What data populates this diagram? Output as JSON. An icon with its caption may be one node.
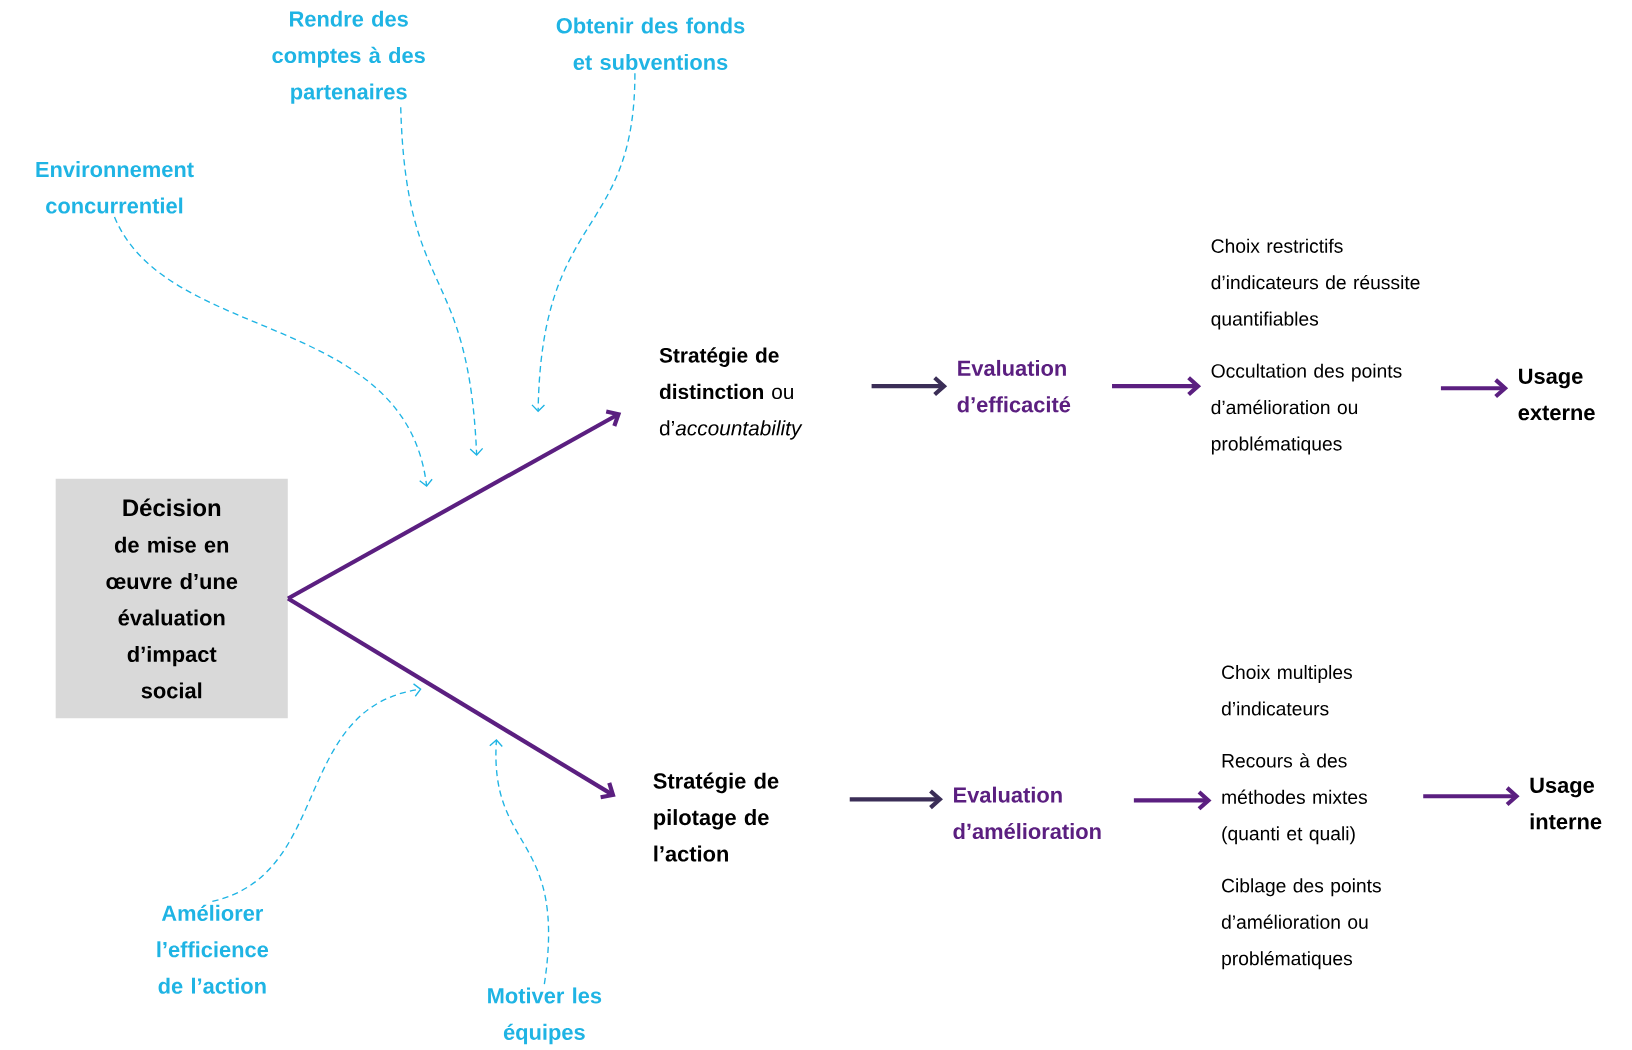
{
  "diagram": {
    "nodes": [
      {
        "text": [
          "Décision",
          "de mise en œuvre d’une évaluation d’impact social"
        ]
      },
      {
        "text": [
          "**Stratégie de distinction** ou d’*accountability*"
        ]
      },
      {
        "text": [
          "Evaluation d’efficacité"
        ]
      },
      {
        "text": [
          "Choix restrictifs d’indicateurs de réussite quantifiables",
          "Occultation des points d’amélioration ou problématiques"
        ]
      },
      {
        "text": [
          "Usage externe"
        ]
      },
      {
        "text": [
          "Stratégie de pilotage de l’action"
        ]
      },
      {
        "text": [
          "Evaluation d’amélioration"
        ]
      },
      {
        "text": [
          "Choix multiples d’indicateurs",
          "Recours à des méthodes mixtes (quanti et quali)",
          "Ciblage des points d’amélioration ou problématiques"
        ]
      },
      {
        "text": [
          "Usage interne"
        ]
      },
      {
        "text": [
          "Environnement concurrentiel"
        ]
      },
      {
        "text": [
          "Rendre des comptes à des partenaires"
        ]
      },
      {
        "text": [
          "Obtenir des fonds et subventions"
        ]
      },
      {
        "text": [
          "Améliorer l’efficience de l’action"
        ]
      },
      {
        "text": [
          "Motiver les équipes"
        ]
      }
    ],
    "edges": [
      {
        "from": 0,
        "to": 1,
        "arrow": "to"
      },
      {
        "from": 1,
        "to": 2,
        "arrow": "to",
        "color": "#3b2e57"
      },
      {
        "from": 2,
        "to": 3,
        "arrow": "to"
      },
      {
        "from": 3,
        "to": 4,
        "arrow": "to"
      },
      {
        "from": 0,
        "to": 5,
        "arrow": "to"
      },
      {
        "from": 5,
        "to": 6,
        "arrow": "to",
        "color": "#3b2e57"
      },
      {
        "from": 6,
        "to": 7,
        "arrow": "to"
      },
      {
        "from": 7,
        "to": 8,
        "arrow": "to"
      },
      {
        "from": 9,
        "to": null,
        "arrow": "to",
        "style": "dashed",
        "color": "#1fb4e4"
      },
      {
        "from": 10,
        "to": null,
        "arrow": "to",
        "style": "dashed",
        "color": "#1fb4e4"
      },
      {
        "from": 11,
        "to": null,
        "arrow": "to",
        "style": "dashed",
        "color": "#1fb4e4"
      },
      {
        "from": 12,
        "to": null,
        "arrow": "to",
        "style": "dashed",
        "color": "#1fb4e4"
      },
      {
        "from": 13,
        "to": null,
        "arrow": "to",
        "style": "dashed",
        "color": "#1fb4e4"
      }
    ]
  }
}
